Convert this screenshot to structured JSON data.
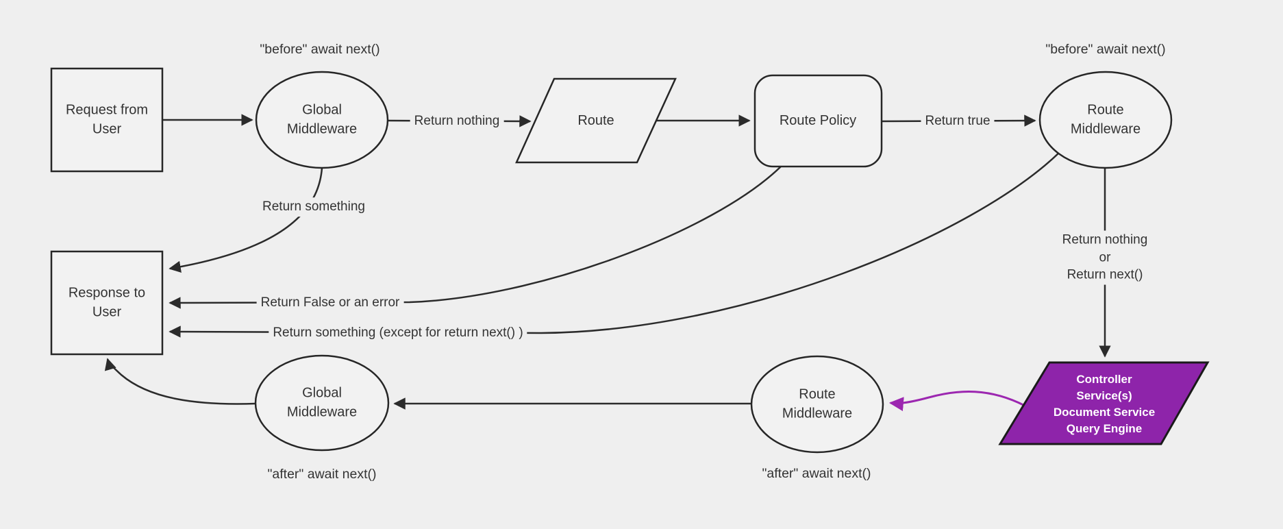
{
  "diagram": {
    "type": "flowchart",
    "description": "Middleware request/response lifecycle flowchart"
  },
  "colors": {
    "background": "#efefef",
    "node_fill": "#f2f2f2",
    "node_border": "#262626",
    "edge_stroke": "#2b2b2b",
    "text": "#333333",
    "controller_fill": "#8e24aa",
    "controller_border": "#1a1a1a",
    "controller_text": "#ffffff",
    "purple_edge": "#9c27b0"
  },
  "nodes": {
    "request": {
      "label": "Request from\nUser",
      "shape": "rectangle"
    },
    "global_middleware_top": {
      "label": "Global\nMiddleware",
      "shape": "ellipse"
    },
    "route": {
      "label": "Route",
      "shape": "parallelogram"
    },
    "route_policy": {
      "label": "Route Policy",
      "shape": "rounded-rectangle"
    },
    "route_middleware_top": {
      "label": "Route\nMiddleware",
      "shape": "ellipse"
    },
    "controller": {
      "label": "Controller\nService(s)\nDocument Service\nQuery Engine",
      "shape": "parallelogram"
    },
    "route_middleware_bottom": {
      "label": "Route\nMiddleware",
      "shape": "ellipse"
    },
    "global_middleware_bottom": {
      "label": "Global\nMiddleware",
      "shape": "ellipse"
    },
    "response": {
      "label": "Response to\nUser",
      "shape": "rectangle"
    }
  },
  "edge_labels": {
    "return_nothing": "Return nothing",
    "return_true": "Return true",
    "return_something": "Return something",
    "return_false_or_error": "Return False or an error",
    "return_something_except": "Return something (except for return next() )",
    "return_nothing_or_next": "Return nothing\nor\nReturn next()"
  },
  "annotations": {
    "before_global": "\"before\" await next()",
    "before_route": "\"before\" await next()",
    "after_global": "\"after\" await next()",
    "after_route": "\"after\" await next()"
  }
}
